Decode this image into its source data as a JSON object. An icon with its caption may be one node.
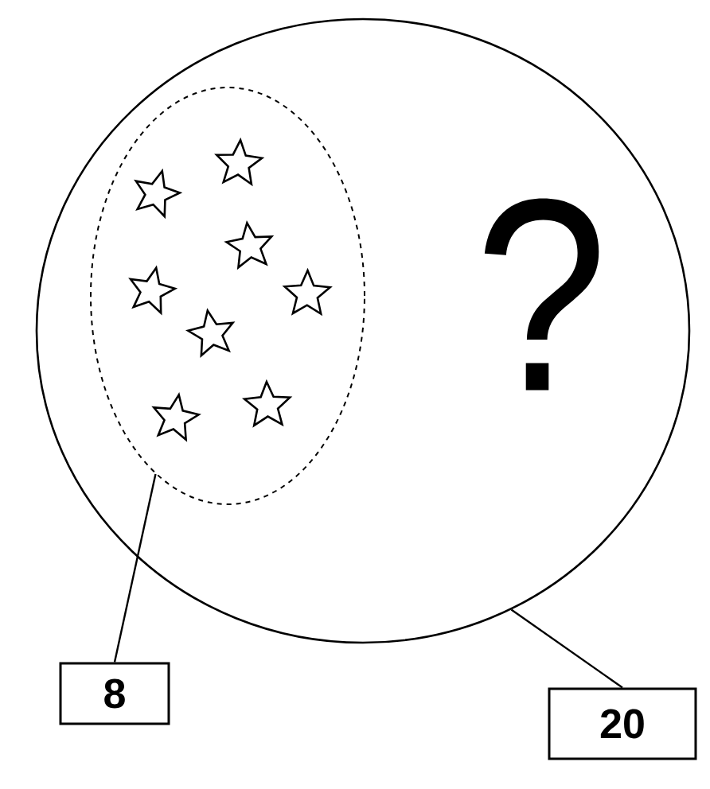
{
  "diagram": {
    "nodes": [
      {
        "text": [],
        "shape": "oval"
      },
      {
        "text": [],
        "shape": "oval",
        "in": 0
      },
      {
        "text": [
          "8"
        ]
      },
      {
        "text": [
          "20"
        ]
      }
    ],
    "edges": [
      {
        "from": 2,
        "to": 1,
        "arrow": "none"
      },
      {
        "from": 3,
        "to": 0,
        "arrow": "none"
      }
    ],
    "labels": [
      "?"
    ]
  }
}
